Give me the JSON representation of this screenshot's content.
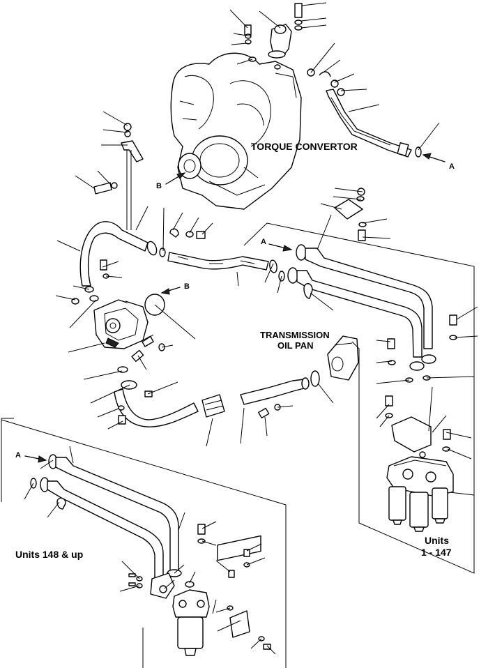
{
  "labels": {
    "torque_convertor": "TORQUE CONVERTOR",
    "transmission_line1": "TRANSMISSION",
    "transmission_line2": "OIL PAN",
    "units_148": "Units 148 & up",
    "units_1_147_line1": "Units",
    "units_1_147_line2": "1 - 147",
    "ref_a": "A",
    "ref_b": "B"
  }
}
